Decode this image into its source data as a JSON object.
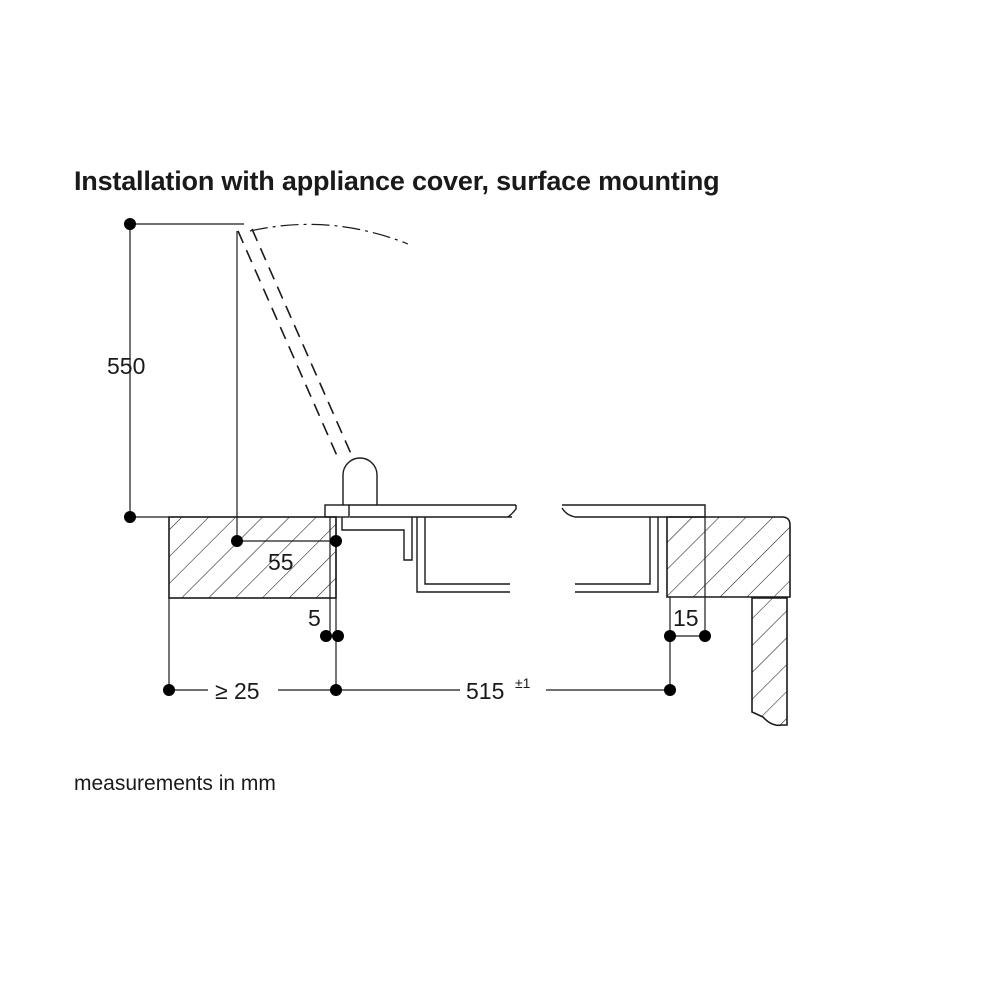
{
  "title": "Installation with appliance cover, surface mounting",
  "note": "measurements in mm",
  "dimensions": {
    "height": "550",
    "depth_55": "55",
    "gap_5": "5",
    "gap_15": "15",
    "min_25": "≥ 25",
    "cutout": "515",
    "cutout_tolerance": "±1"
  }
}
